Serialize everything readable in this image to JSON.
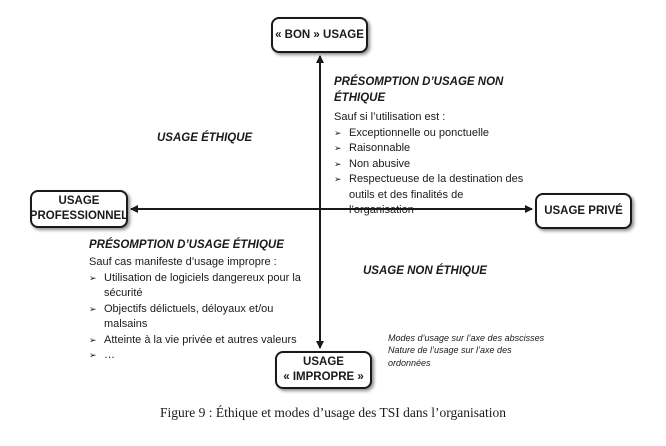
{
  "diagram": {
    "box_top": "« BON » USAGE",
    "box_left": [
      "USAGE",
      "PROFESSIONNEL"
    ],
    "box_right": "USAGE PRIVÉ",
    "box_bottom": [
      "USAGE",
      "« IMPROPRE »"
    ],
    "quadrant_upper_left": "USAGE  ÉTHIQUE",
    "quadrant_lower_right": "USAGE NON ÉTHIQUE",
    "presumption_non_ethical": {
      "title": [
        "PRÉSOMPTION D’USAGE NON",
        "ÉTHIQUE"
      ],
      "intro": "Sauf si l’utilisation est :",
      "items": [
        "Exceptionnelle ou ponctuelle",
        "Raisonnable",
        "Non abusive",
        "Respectueuse de la destination des outils et des finalités de l’organisation"
      ]
    },
    "presumption_ethical": {
      "title": "PRÉSOMPTION D’USAGE ÉTHIQUE",
      "intro": "Sauf cas manifeste d’usage impropre :",
      "items": [
        "Utilisation de logiciels dangereux pour la sécurité",
        "Objectifs délictuels, déloyaux et/ou malsains",
        "Atteinte à la vie privée et autres valeurs",
        "…"
      ]
    },
    "axis_note": [
      "Modes d’usage sur l’axe des abscisses",
      "Nature de l’usage sur l’axe des",
      "ordonnées"
    ],
    "bullet_symbol": "➢"
  },
  "caption": "Figure 9 : Éthique et modes d’usage des TSI dans l’organisation"
}
